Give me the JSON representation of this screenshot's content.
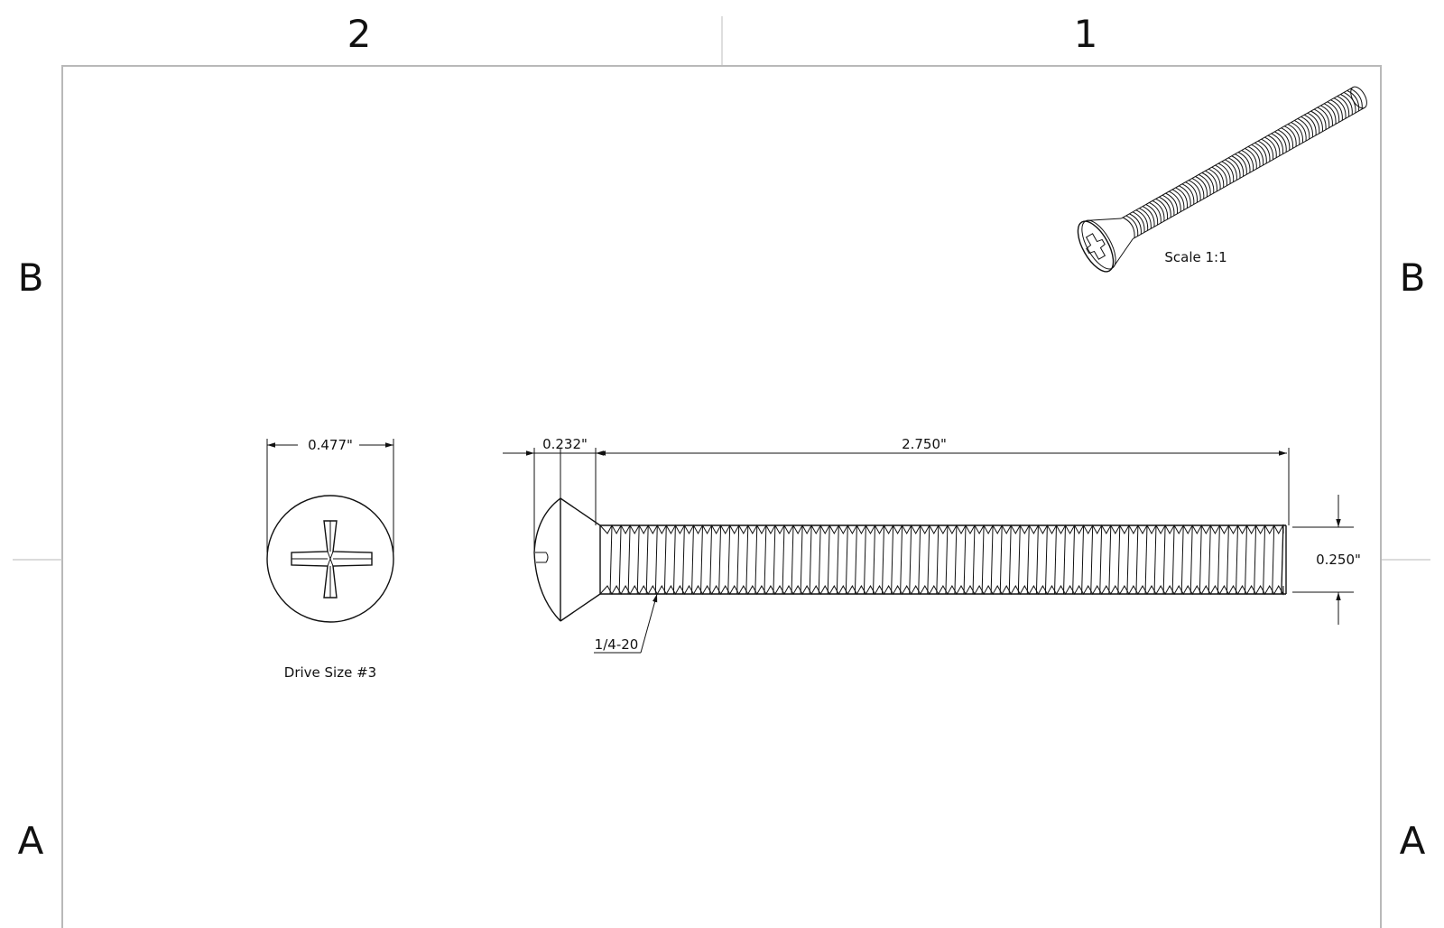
{
  "zones": {
    "top": [
      "2",
      "1"
    ],
    "left": [
      "B",
      "A"
    ],
    "right": [
      "B",
      "A"
    ]
  },
  "dimensions": {
    "head_diameter": "0.477\"",
    "head_height": "0.232\"",
    "length": "2.750\"",
    "shank_diameter": "0.250\"",
    "thread_callout": "1/4-20"
  },
  "notes": {
    "drive_size": "Drive Size #3",
    "iso_scale": "Scale 1:1"
  }
}
